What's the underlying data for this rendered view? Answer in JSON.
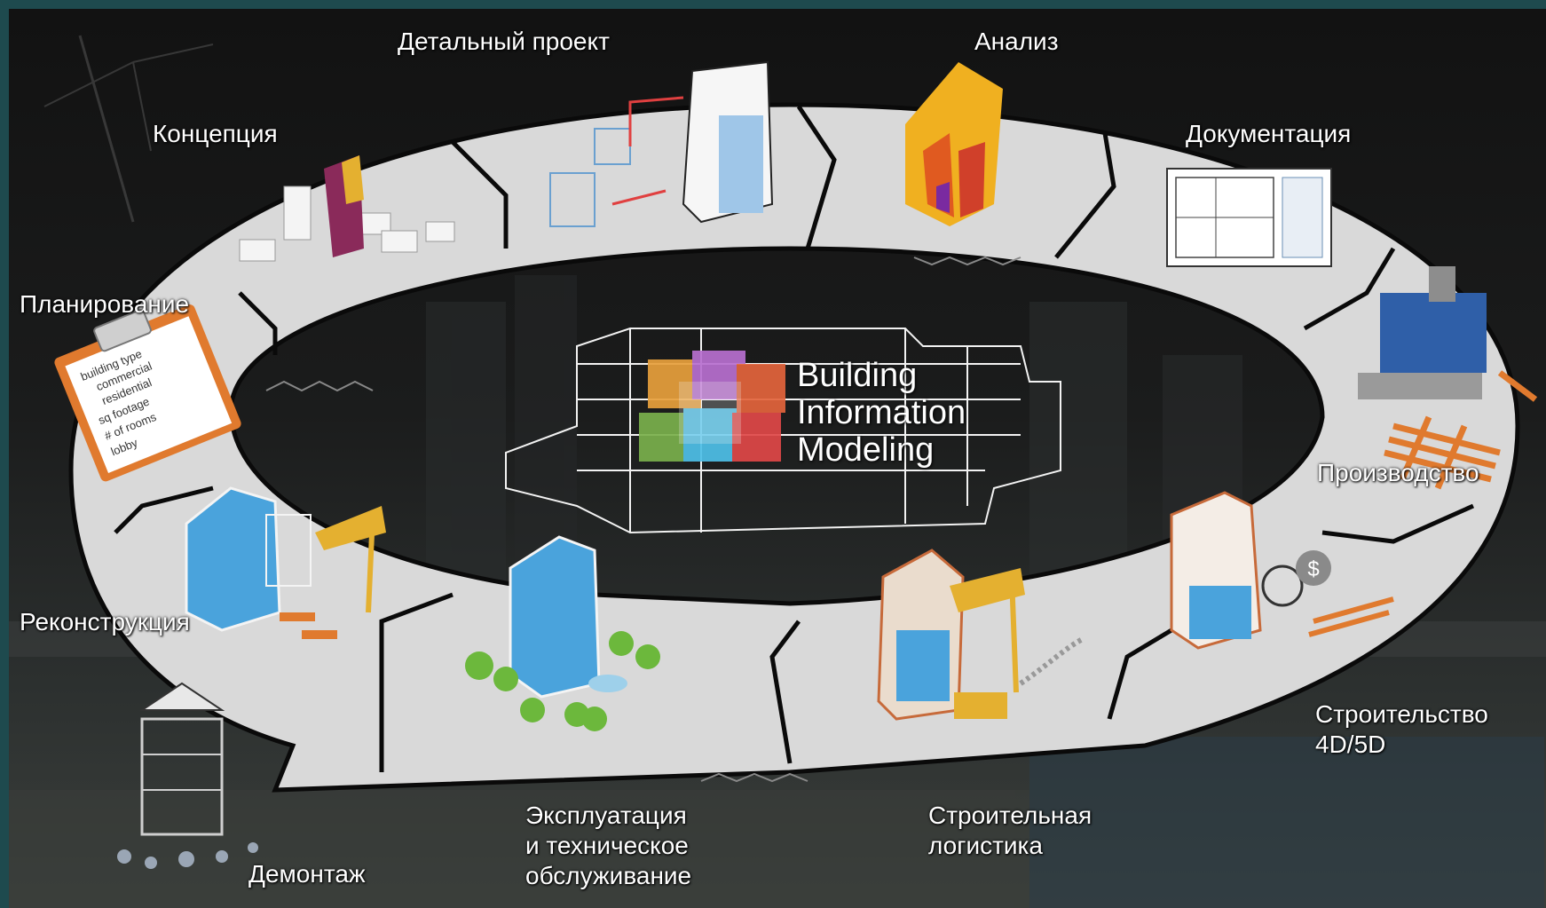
{
  "center": {
    "line1": "Building",
    "line2": "Information",
    "line3": "Modeling"
  },
  "stages": {
    "detailed_design": "Детальный проект",
    "analysis": "Анализ",
    "concept": "Концепция",
    "documentation": "Документация",
    "planning": "Планирование",
    "production": "Производство",
    "reconstruction": "Реконструкция",
    "construction_line1": "Строительство",
    "construction_line2": "4D/5D",
    "operation_line1": "Эксплуатация",
    "operation_line2": "и техническое",
    "operation_line3": "обслуживание",
    "logistics_line1": "Строительная",
    "logistics_line2": "логистика",
    "demolition": "Демонтаж"
  },
  "clipboard": {
    "line1": "building type",
    "line2": "commercial",
    "line3": "residential",
    "line4": "sq footage",
    "line5": "# of rooms",
    "line6": "lobby"
  },
  "colors": {
    "ring": "#d9d9d9",
    "ring_edge": "#0a0a0a",
    "accent_orange": "#e07a2e",
    "accent_blue": "#4aa3dc"
  }
}
